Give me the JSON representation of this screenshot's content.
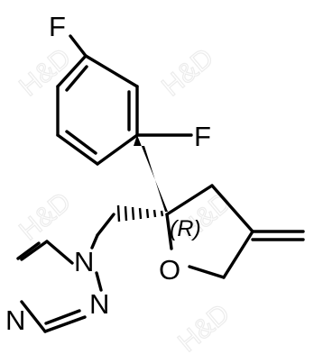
{
  "molecule": {
    "atoms": {
      "f_top": "F",
      "f_right": "F",
      "o_ring": "O",
      "n1": "N",
      "n2": "N",
      "n4": "N",
      "stereo": "(R)"
    },
    "watermark": "H&D"
  }
}
